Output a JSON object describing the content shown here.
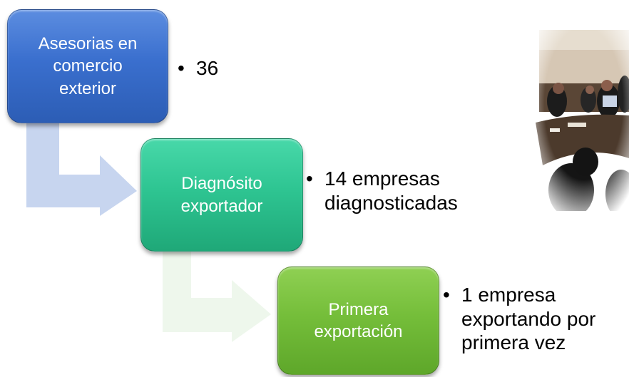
{
  "diagram": {
    "steps": [
      {
        "label": "Asesorias en comercio exterior",
        "bullet": "36",
        "color": "#3a6fce"
      },
      {
        "label": "Diagnósito exportador",
        "bullet": "14 empresas diagnosticadas",
        "color": "#2ec592"
      },
      {
        "label": "Primera exportación",
        "bullet": "1 empresa exportando por primera vez",
        "color": "#75be3a"
      }
    ],
    "arrow_colors": [
      "#c7d5ef",
      "#eef7ec"
    ]
  },
  "photo": {
    "subject": "meeting-room-photo",
    "palette": {
      "wall": "#d6c7b4",
      "table": "#4c3a2c",
      "dark": "#151515"
    }
  }
}
